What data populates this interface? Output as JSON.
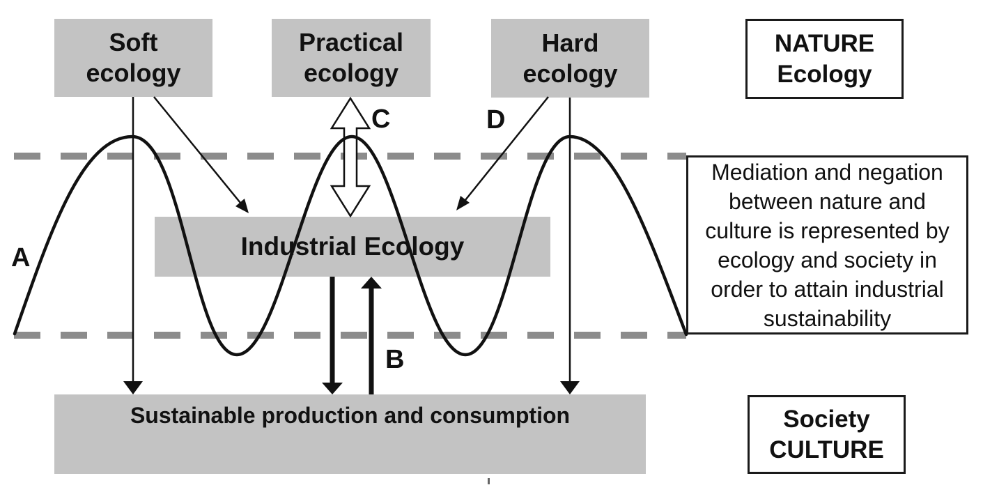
{
  "boxes": {
    "soft": {
      "line1": "Soft",
      "line2": "ecology"
    },
    "practical": {
      "line1": "Practical",
      "line2": "ecology"
    },
    "hard": {
      "line1": "Hard",
      "line2": "ecology"
    },
    "nature": {
      "line1": "NATURE",
      "line2": "Ecology"
    },
    "industrial": {
      "label": "Industrial Ecology"
    },
    "sustainable": {
      "label": "Sustainable production and consumption"
    },
    "society": {
      "line1": "Society",
      "line2": "CULTURE"
    },
    "mediation": {
      "lines": [
        "Mediation and negation",
        "between nature and",
        "culture is represented by",
        "ecology and society in",
        "order to attain industrial",
        "sustainability"
      ]
    }
  },
  "labels": {
    "a": "A",
    "b": "B",
    "c": "C",
    "d": "D"
  },
  "colors": {
    "background": "#ffffff",
    "box_fill": "#c3c3c3",
    "dash": "#8c8c8c",
    "line": "#111111"
  }
}
